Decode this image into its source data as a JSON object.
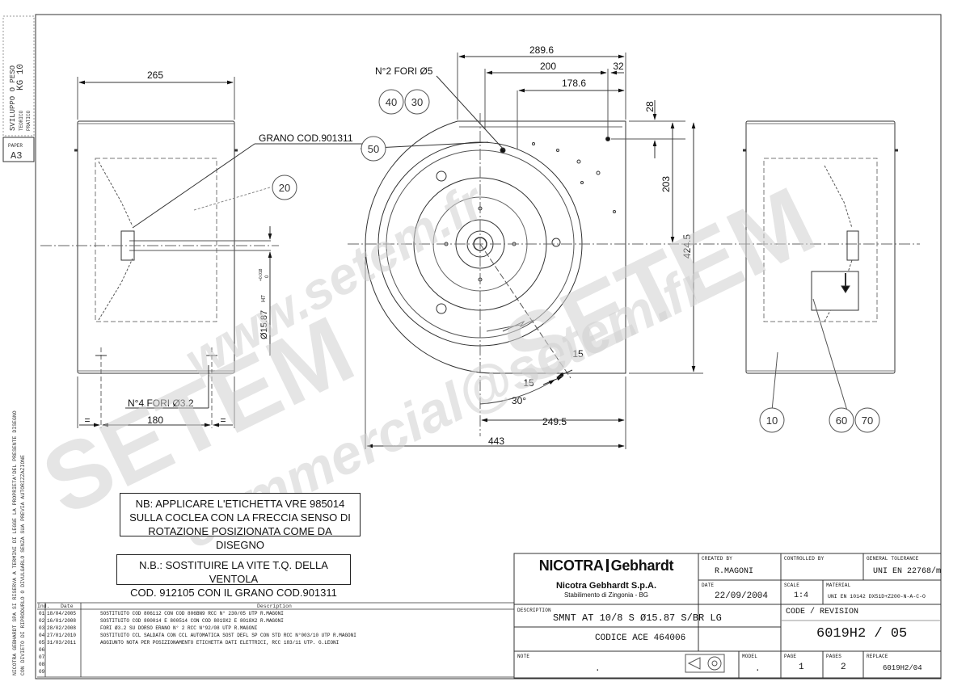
{
  "document": {
    "type": "technical-drawing",
    "paper": {
      "label": "PAPER",
      "size": "A3"
    },
    "side_weight": {
      "line1": "SVILUPPO O PESO",
      "line2": "TEORICO",
      "line3": "PRATICO",
      "value": "KG 10"
    },
    "copyright_line1": "NICOTRA GEBHARDT SPA SI RISERVA A TERMINI DI LEGGE LA PROPRIETA'DEL PRESENTE DISEGNO",
    "copyright_line2": "CON DIVIETO DI RIPRODURLO O DIVULGARLO SENZA SUA PREVIA AUTORIZZAZIONE"
  },
  "dimensions": {
    "d265": "265",
    "d289_6": "289.6",
    "d200": "200",
    "d32": "32",
    "d178_6": "178.6",
    "d28": "28",
    "d203": "203",
    "d424_5": "424.5",
    "d15a": "15",
    "d15b": "15",
    "d30deg": "30°",
    "d249_5": "249.5",
    "d443": "443",
    "d180": "180",
    "eq": "=",
    "shaft": "Ø15.87",
    "shaft_tol": "H7",
    "shaft_tol_vals": "+0.018",
    "shaft_tol_zero": "0"
  },
  "callouts": {
    "holes_5": "N°2 FORI Ø5",
    "holes_3_2": "N°4 FORI Ø3.2",
    "grano": "GRANO COD.901311",
    "balloons": [
      "40",
      "30",
      "50",
      "20",
      "10",
      "60",
      "70"
    ]
  },
  "notes": {
    "note1": [
      "NB: APPLICARE L'ETICHETTA VRE 985014",
      "SULLA COCLEA CON LA FRECCIA SENSO DI",
      "ROTAZIONE POSIZIONATA COME DA DISEGNO"
    ],
    "note2": [
      "N.B.: SOSTITUIRE LA VITE T.Q. DELLA VENTOLA",
      "COD. 912105 CON IL GRANO COD.901311"
    ]
  },
  "watermark": {
    "w1": "www.setem.fr",
    "w2": "SETEM",
    "w3": "SETEM",
    "w4": "commercial@setem.fr"
  },
  "revisions": {
    "header_ind": "Ind.",
    "header_date": "Date",
    "header_desc": "Description",
    "rows": [
      {
        "ind": "01",
        "date": "18/04/2005",
        "desc": "SOSTITUITO COD 806112 CON COD 806BN9 RCC N° 230/05 UTP R.MAGONI"
      },
      {
        "ind": "02",
        "date": "16/01/2008",
        "desc": "SOSTITUITO COD 800014 E 800514 CON COD 8019X2 E 8018X2 R.MAGONI"
      },
      {
        "ind": "03",
        "date": "28/02/2008",
        "desc": "FORI Ø3.2 SU DORSO ERANO N° 2 RCC N°92/08 UTP R.MAGONI"
      },
      {
        "ind": "04",
        "date": "27/01/2010",
        "desc": "SOSTITUITO CCL SALDATA CON CCL AUTOMATICA SOST DEFL SP CON STD RCC N°003/10 UTP R.MAGONI"
      },
      {
        "ind": "05",
        "date": "31/03/2011",
        "desc": "AGGIUNTO NOTA PER POSIZIONAMENTO ETICHETTA DATI ELETTRICI, RCC 183/11 UTP. G.LEONI"
      },
      {
        "ind": "06",
        "date": "",
        "desc": ""
      },
      {
        "ind": "07",
        "date": "",
        "desc": ""
      },
      {
        "ind": "08",
        "date": "",
        "desc": ""
      },
      {
        "ind": "09",
        "date": "",
        "desc": ""
      }
    ]
  },
  "title_block": {
    "logo_left": "NICOTRA",
    "logo_right": "Gebhardt",
    "company": "Nicotra Gebhardt S.p.A.",
    "plant": "Stabilimento di Zingonia - BG",
    "created_by_label": "CREATED BY",
    "created_by": "R.MAGONI",
    "controlled_by_label": "CONTROLLED BY",
    "controlled_by": "",
    "tolerance_label": "GENERAL TOLERANCE",
    "tolerance": "UNI EN 22768/m",
    "date_label": "DATE",
    "date": "22/09/2004",
    "scale_label": "SCALE",
    "scale": "1:4",
    "material_label": "MATERIAL",
    "material": "UNI EN 10142 DX51D+Z200-N-A-C-O",
    "description_label": "DESCRIPTION",
    "description": "SMNT AT 10/8 S Ø15.87 S/BR LG",
    "code_line": "CODICE ACE 464006",
    "code_label": "CODE / REVISION",
    "code": "6019H2 / 05",
    "note_label": "Note",
    "note_value": ".",
    "model_label": "MODEL",
    "model_value": ".",
    "page_label": "PAGE",
    "page": "1",
    "pages_label": "PAGES",
    "pages": "2",
    "replace_label": "REPLACE",
    "replace": "6019H2/04"
  }
}
